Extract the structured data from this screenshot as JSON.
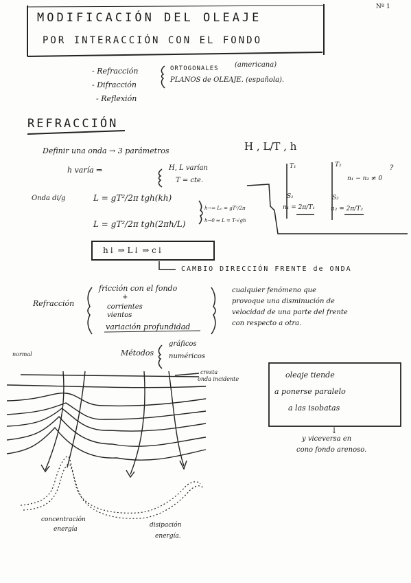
{
  "page_no": "Nº 1",
  "title": {
    "line1": "MODIFICACIÓN DEL OLEAJE",
    "line2": "POR INTERACCIÓN CON EL FONDO"
  },
  "intro": {
    "items": [
      "- Refracción",
      "- Difracción",
      "- Reflexión"
    ],
    "ortho": "ORTOGONALES",
    "ortho_note": "(americana)",
    "planos": "PLANOS de OLEAJE. (española)."
  },
  "section_title": "REFRACCIÓN",
  "defs": {
    "line1": "Definir una onda → 3 parámetros",
    "params": "H , L/T , h",
    "line2": "h varía ⇒",
    "brace_a": "H, L varían",
    "brace_b": "T = cte.",
    "wave_label": "Onda di/g",
    "eq1": "L = gT²/2π tgh(kh)",
    "eq2": "L = gT²/2π tgh(2πh/L)",
    "limit1": "h→∞ L₀ = gT²/2π",
    "limit2": "h→0 ⇒ L = T·√gh",
    "chain": "h↓ ⇒ L↓ ⇒ c↓",
    "t1": "T₁",
    "t2": "T₂",
    "neq": "n₁ − n₂ ≠ 0",
    "q": "?",
    "s1": "S₁",
    "s2": "S₂",
    "n1": "n₁ = 2π/T₁",
    "n2": "n₂ = 2π/T₂"
  },
  "cambio": "CAMBIO DIRECCIÓN FRENTE de ONDA",
  "causes": {
    "label": "Refracción",
    "friction": "fricción con el fondo",
    "plus": "+",
    "corrientes": "corrientes",
    "vientos": "vientos",
    "variation": "variación profundidad",
    "note1": "cualquier fenómeno que",
    "note2": "provoque una disminución de",
    "note3": "velocidad de una parte del frente",
    "note4": "con respecto a otra."
  },
  "metodos": {
    "label": "Métodos",
    "a": "gráficos",
    "b": "numéricos"
  },
  "diagram": {
    "corner": "normal",
    "crest": "cresta",
    "incident": "onda incidente",
    "conc1": "concentración",
    "conc2": "energía",
    "disp1": "disipación",
    "disp2": "energía."
  },
  "box": {
    "l1": "oleaje tiende",
    "l2": "a ponerse paralelo",
    "l3": "a las isobatas"
  },
  "after": {
    "arrow": "↓",
    "l1": "y viceversa en",
    "l2": "cono fondo arenoso."
  }
}
